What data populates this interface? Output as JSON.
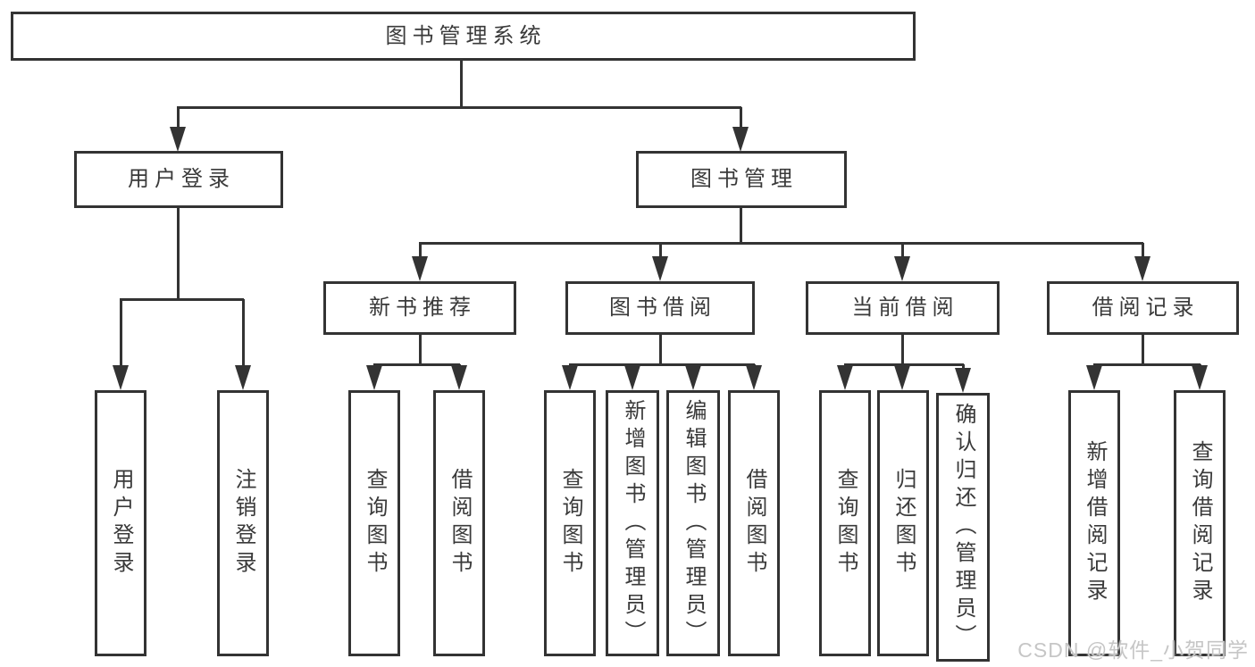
{
  "tree": {
    "root": {
      "label": "图书管理系统",
      "children": [
        {
          "label": "用户登录",
          "children": [
            {
              "label": "用户登录"
            },
            {
              "label": "注销登录"
            }
          ]
        },
        {
          "label": "图书管理",
          "children": [
            {
              "label": "新书推荐",
              "children": [
                {
                  "label": "查询图书"
                },
                {
                  "label": "借阅图书"
                }
              ]
            },
            {
              "label": "图书借阅",
              "children": [
                {
                  "label": "查询图书"
                },
                {
                  "label": "新增图书（管理员）"
                },
                {
                  "label": "编辑图书（管理员）"
                },
                {
                  "label": "借阅图书"
                }
              ]
            },
            {
              "label": "当前借阅",
              "children": [
                {
                  "label": "查询图书"
                },
                {
                  "label": "归还图书"
                },
                {
                  "label": "确认归还（管理员）"
                }
              ]
            },
            {
              "label": "借阅记录",
              "children": [
                {
                  "label": "新增借阅记录"
                },
                {
                  "label": "查询借阅记录"
                }
              ]
            }
          ]
        }
      ]
    }
  },
  "colors": {
    "line": "#333333",
    "text": "#3a3a3a",
    "background": "#ffffff",
    "watermark": "#c6c6c6"
  },
  "watermark": {
    "text": "CSDN @软件_小贺同学"
  }
}
